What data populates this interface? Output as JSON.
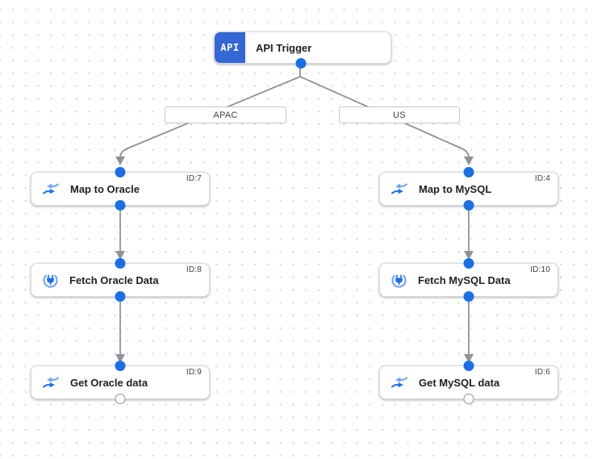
{
  "trigger": {
    "icon_text": "API",
    "label": "API Trigger"
  },
  "branches": [
    {
      "edge_label": "APAC",
      "nodes": [
        {
          "title": "Map to Oracle",
          "id_label": "ID:7",
          "icon": "mapping-icon"
        },
        {
          "title": "Fetch Oracle Data",
          "id_label": "ID:8",
          "icon": "connector-icon"
        },
        {
          "title": "Get Oracle data",
          "id_label": "ID:9",
          "icon": "mapping-icon"
        }
      ]
    },
    {
      "edge_label": "US",
      "nodes": [
        {
          "title": "Map to MySQL",
          "id_label": "ID:4",
          "icon": "mapping-icon"
        },
        {
          "title": "Fetch MySQL Data",
          "id_label": "ID:10",
          "icon": "connector-icon"
        },
        {
          "title": "Get MySQL data",
          "id_label": "ID:6",
          "icon": "mapping-icon"
        }
      ]
    }
  ],
  "colors": {
    "port_blue": "#1a6fe8",
    "api_badge_blue": "#3367d6",
    "edge_gray": "#8e9398",
    "icon_blue_dark": "#1a73e8",
    "icon_blue_light": "#6fa2f8"
  }
}
